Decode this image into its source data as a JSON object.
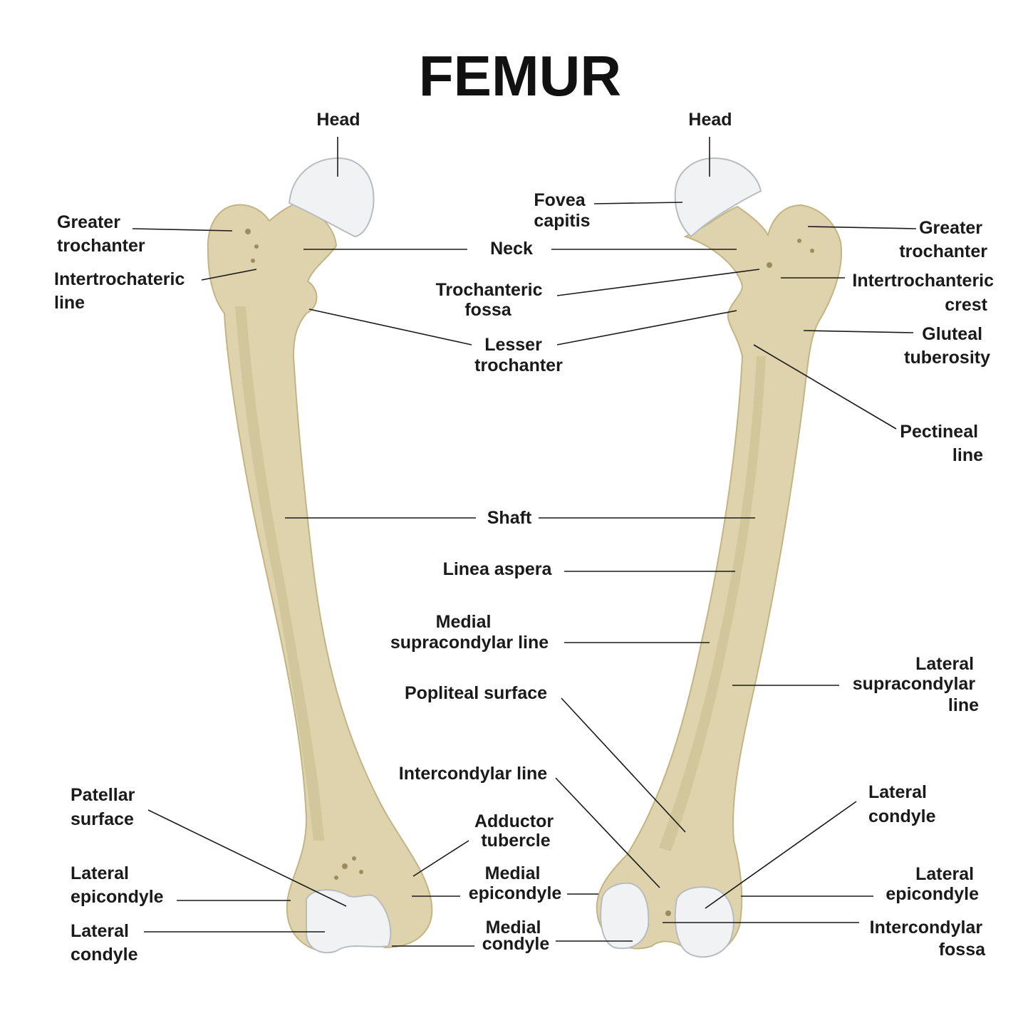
{
  "title": "FEMUR",
  "colors": {
    "bone": "#ded3ad",
    "bone_shade": "#c9bc8e",
    "bone_edge": "#c2b584",
    "cartilage": "#f1f2f3",
    "text": "#1a1a1a"
  },
  "labels": {
    "head_left": "Head",
    "head_right": "Head",
    "greater_trochanter_left": [
      "Greater",
      "trochanter"
    ],
    "intertrochanteric_line": [
      "Intertrochateric",
      "line"
    ],
    "fovea_capitis": [
      "Fovea",
      "capitis"
    ],
    "neck": "Neck",
    "trochanteric_fossa": [
      "Trochanteric",
      "fossa"
    ],
    "lesser_trochanter": [
      "Lesser",
      "trochanter"
    ],
    "greater_trochanter_right": [
      "Greater",
      "trochanter"
    ],
    "intertrochanteric_crest": [
      "Intertrochanteric",
      "crest"
    ],
    "gluteal_tuberosity": [
      "Gluteal",
      "tuberosity"
    ],
    "pectineal_line": [
      "Pectineal",
      "line"
    ],
    "shaft": "Shaft",
    "linea_aspera": "Linea aspera",
    "medial_supracondylar_line": [
      "Medial",
      "supracondylar line"
    ],
    "lateral_supracondylar_line": [
      "Lateral",
      "supracondylar",
      "line"
    ],
    "popliteal_surface": "Popliteal surface",
    "intercondylar_line": "Intercondylar line",
    "patellar_surface": [
      "Patellar",
      "surface"
    ],
    "adductor_tubercle": [
      "Adductor",
      "tubercle"
    ],
    "lateral_epicondyle_left": [
      "Lateral",
      "epicondyle"
    ],
    "medial_epicondyle": [
      "Medial",
      "epicondyle"
    ],
    "lateral_condyle_left": [
      "Lateral",
      "condyle"
    ],
    "medial_condyle": [
      "Medial",
      "condyle"
    ],
    "lateral_condyle_right": [
      "Lateral",
      "condyle"
    ],
    "lateral_epicondyle_right": [
      "Lateral",
      "epicondyle"
    ],
    "intercondylar_fossa": [
      "Intercondylar",
      "fossa"
    ]
  }
}
